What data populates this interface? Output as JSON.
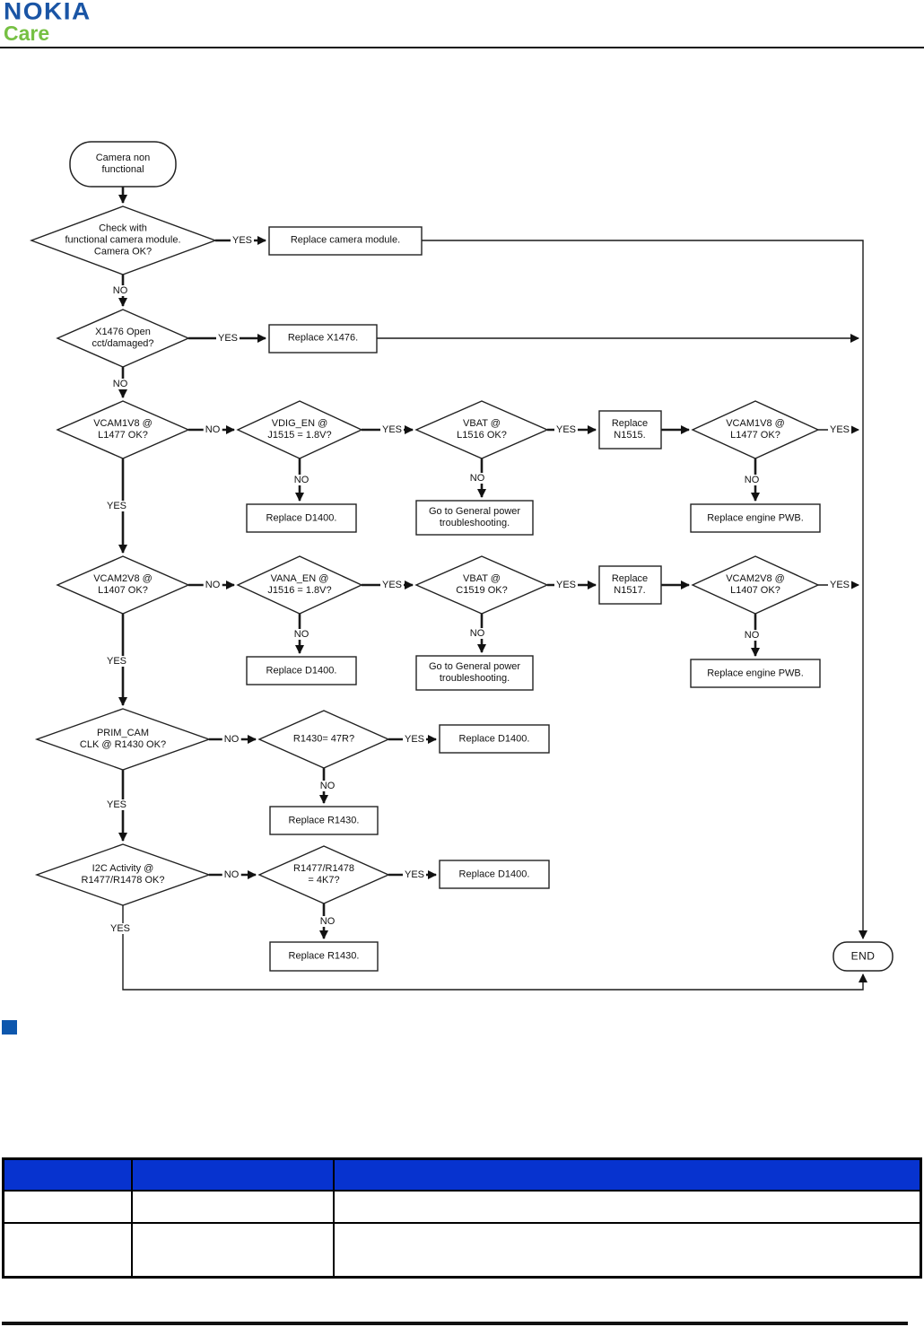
{
  "colors": {
    "nokia_blue": "#1a55a5",
    "care_green": "#76c043",
    "table_header_blue": "#0733cf",
    "section_bullet_blue": "#0d57ad",
    "line_color": "#1a1a1a"
  },
  "header": {
    "brand": "NOKIA",
    "sub_brand": "Care"
  },
  "flowchart": {
    "labels": {
      "yes": "YES",
      "no": "NO"
    },
    "nodes": {
      "start": "Camera non\nfunctional",
      "check_camera_module": "Check with\nfunctional camera module.\nCamera OK?",
      "replace_camera_module": "Replace camera module.",
      "x1476_open": "X1476 Open\ncct/damaged?",
      "replace_x1476": "Replace X1476.",
      "vcam1v8_l1477": "VCAM1V8 @\nL1477 OK?",
      "vdig_en_j1515": "VDIG_EN @\nJ1515 = 1.8V?",
      "vbat_l1516": "VBAT @\nL1516 OK?",
      "replace_n1515": "Replace\nN1515.",
      "vcam1v8_l1477_recheck": "VCAM1V8 @\nL1477 OK?",
      "replace_d1400_1": "Replace D1400.",
      "power_troubleshooting_1": "Go to General power\ntroubleshooting.",
      "replace_engine_pwb_1": "Replace engine PWB.",
      "vcam2v8_l1407": "VCAM2V8 @\nL1407 OK?",
      "vana_en_j1516": "VANA_EN @\nJ1516 = 1.8V?",
      "vbat_c1519": "VBAT @\nC1519 OK?",
      "replace_n1517": "Replace\nN1517.",
      "vcam2v8_l1407_recheck": "VCAM2V8 @\nL1407 OK?",
      "replace_d1400_2": "Replace D1400.",
      "power_troubleshooting_2": "Go to General power\ntroubleshooting.",
      "replace_engine_pwb_2": "Replace engine PWB.",
      "prim_cam_clk": "PRIM_CAM\nCLK @ R1430 OK?",
      "r1430_47r": "R1430= 47R?",
      "replace_d1400_3": "Replace D1400.",
      "replace_r1430_1": "Replace R1430.",
      "i2c_activity": "I2C Activity @\nR1477/R1478 OK?",
      "r1477_r1478_4k7": "R1477/R1478\n= 4K7?",
      "replace_d1400_4": "Replace D1400.",
      "replace_r1430_2": "Replace R1430.",
      "end": "END"
    }
  },
  "table": {
    "columns": [
      "",
      "",
      ""
    ],
    "rows": [
      [
        "",
        "",
        ""
      ],
      [
        "",
        "",
        ""
      ]
    ]
  }
}
